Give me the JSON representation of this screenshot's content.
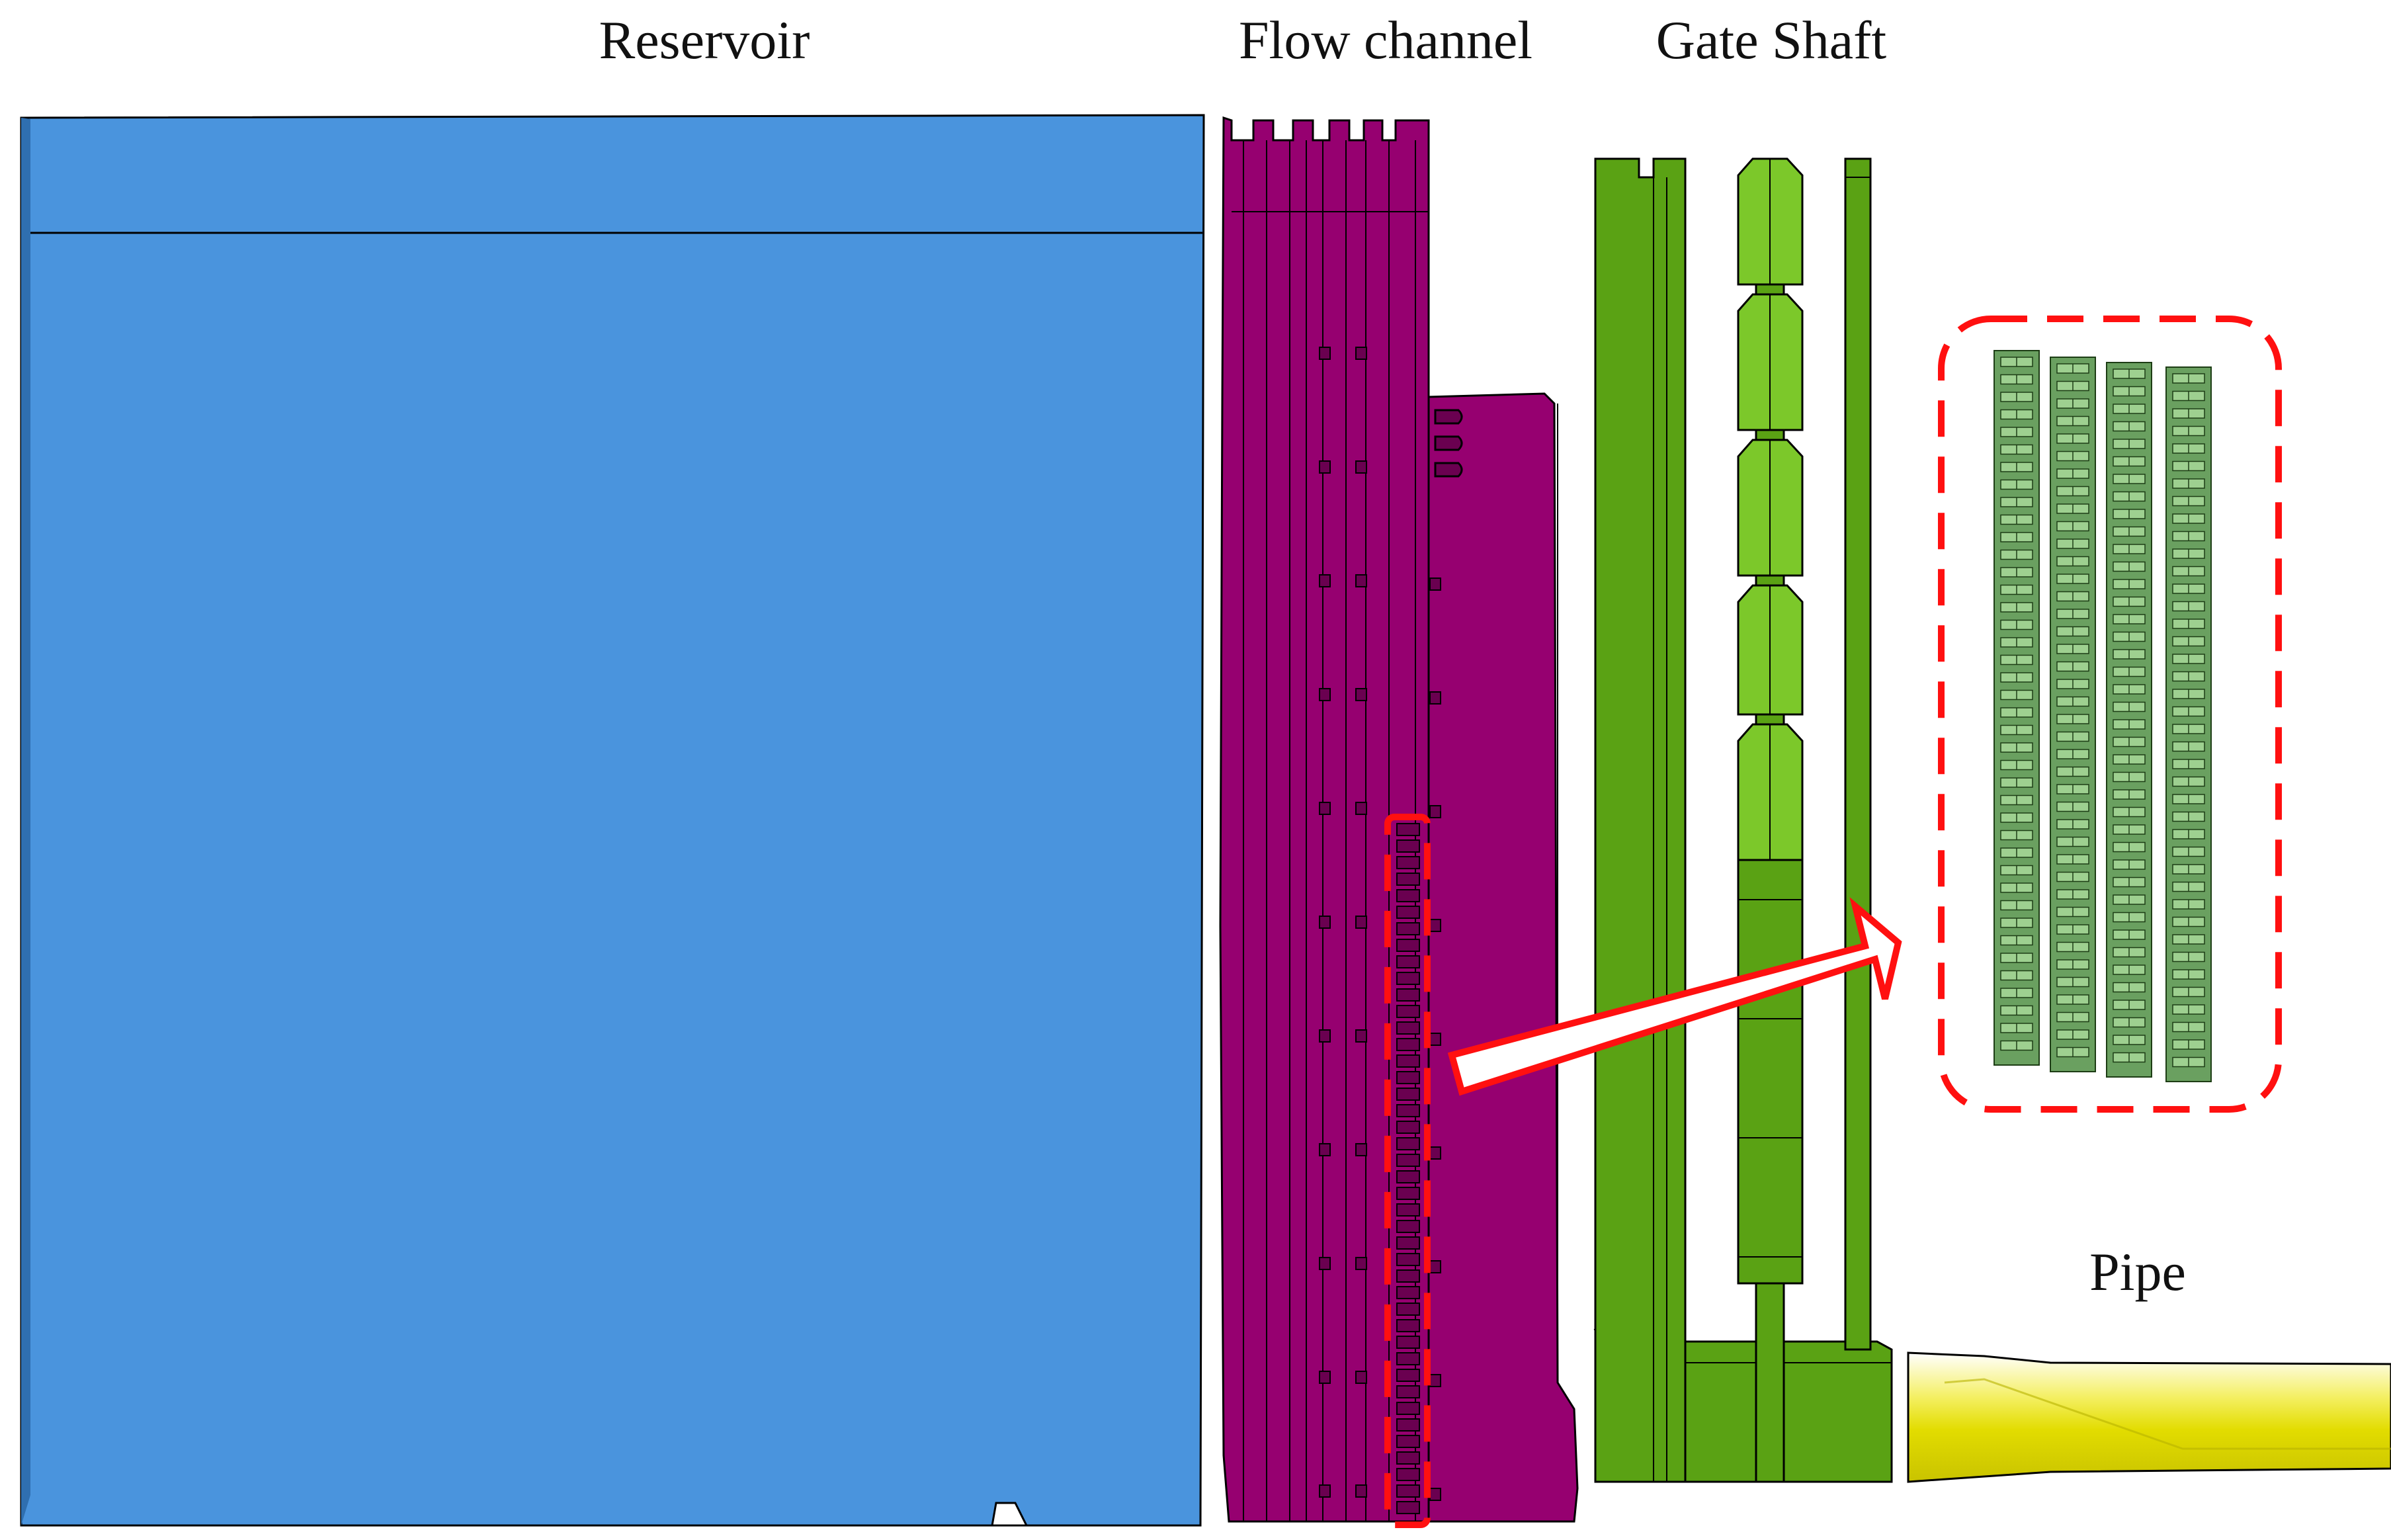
{
  "labels": {
    "reservoir": "Reservoir",
    "flow_channel": "Flow channel",
    "gate_shaft": "Gate Shaft",
    "pipe": "Pipe"
  },
  "colors": {
    "reservoir": "#4a94dd",
    "reservoir_dark": "#2f6fb0",
    "flow_channel": "#960070",
    "flow_channel_dark": "#6a0050",
    "gate_shaft": "#5aa214",
    "gate_shaft_light": "#7cc82a",
    "gate_shaft_dark": "#3f7a0a",
    "pipe": "#e2dc00",
    "pipe_light": "#f4ef60",
    "highlight": "#ff1010",
    "mesh": "#6aa060",
    "mesh_light": "#9ed090",
    "outline": "#000000"
  },
  "icons": {
    "arrow": "block-arrow-icon",
    "zoom_inset": "dashed-zoom-box-icon"
  }
}
